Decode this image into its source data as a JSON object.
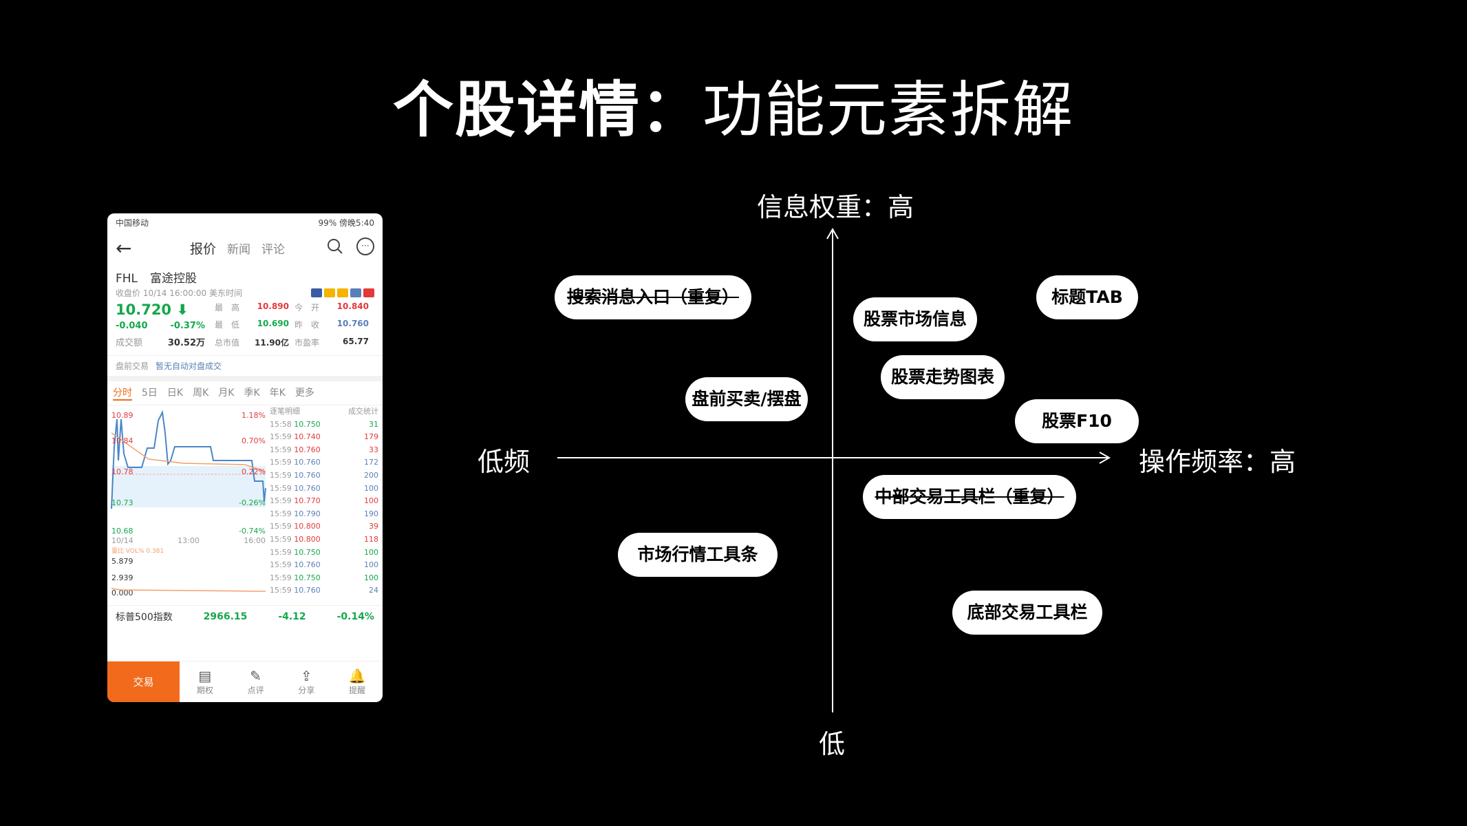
{
  "title": {
    "bold": "个股详情：",
    "light": "功能元素拆解"
  },
  "axes": {
    "top": "信息权重：高",
    "bottom": "低",
    "left": "低频",
    "right": "操作频率：高"
  },
  "items": [
    {
      "label": "搜索消息入口（重复）",
      "strike": true
    },
    {
      "label": "标题TAB"
    },
    {
      "label": "股票市场信息"
    },
    {
      "label": "股票走势图表"
    },
    {
      "label": "盘前买卖/摆盘"
    },
    {
      "label": "股票F10"
    },
    {
      "label": "中部交易工具栏（重复）",
      "strike": true
    },
    {
      "label": "市场行情工具条"
    },
    {
      "label": "底部交易工具栏"
    }
  ],
  "phone": {
    "status": {
      "carrier": "中国移动",
      "battery": "99%",
      "time": "傍晚5:40"
    },
    "nav": {
      "tab1": "报价",
      "tab2": "新闻",
      "tab3": "评论"
    },
    "stock": {
      "code": "FHL",
      "name": "富途控股",
      "close_label": "收盘价",
      "close_time": "10/14 16:00:00 美东时间",
      "price": "10.720",
      "change": "-0.040",
      "change_pct": "-0.37%",
      "volume_label": "成交额",
      "volume": "30.52万",
      "high_label": "最　高",
      "high": "10.890",
      "open_label": "今　开",
      "open": "10.840",
      "low_label": "最　低",
      "low": "10.690",
      "prev_label": "昨　收",
      "prev": "10.760",
      "mktcap_label": "总市值",
      "mktcap": "11.90亿",
      "pe_label": "市盈率",
      "pe": "65.77"
    },
    "pre": {
      "label": "盘前交易",
      "info": "暂无自动对盘成交"
    },
    "ktabs": [
      "分时",
      "5日",
      "日K",
      "周K",
      "月K",
      "季K",
      "年K",
      "更多"
    ],
    "chart": {
      "y_top": "10.89",
      "y2": "10.84",
      "y3": "10.78",
      "y4": "10.73",
      "y_bot": "10.68",
      "p_top": "1.18%",
      "p2": "0.70%",
      "p3": "0.22%",
      "p4": "-0.26%",
      "p_bot": "-0.74%",
      "x1": "10/14",
      "x2": "13:00",
      "x3": "16:00",
      "vol_label": "量比 VOL% 0.381",
      "v1": "5.879",
      "v2": "2.939",
      "v3": "0.000",
      "tab_a": "逐笔明细",
      "tab_b": "成交统计"
    },
    "ticks": [
      [
        "15:58",
        "10.750",
        "31",
        "g"
      ],
      [
        "15:59",
        "10.740",
        "179",
        "r"
      ],
      [
        "15:59",
        "10.760",
        "33",
        "r"
      ],
      [
        "15:59",
        "10.760",
        "172",
        "b"
      ],
      [
        "15:59",
        "10.760",
        "200",
        "b"
      ],
      [
        "15:59",
        "10.760",
        "100",
        "b"
      ],
      [
        "15:59",
        "10.770",
        "100",
        "r"
      ],
      [
        "15:59",
        "10.790",
        "190",
        "b"
      ],
      [
        "15:59",
        "10.800",
        "39",
        "r"
      ],
      [
        "15:59",
        "10.800",
        "118",
        "r"
      ],
      [
        "15:59",
        "10.750",
        "100",
        "g"
      ],
      [
        "15:59",
        "10.760",
        "100",
        "b"
      ],
      [
        "15:59",
        "10.750",
        "100",
        "g"
      ],
      [
        "15:59",
        "10.760",
        "24",
        "b"
      ]
    ],
    "index": {
      "name": "标普500指数",
      "value": "2966.15",
      "change": "-4.12",
      "pct": "-0.14%"
    },
    "bottom": {
      "trade": "交易",
      "b1": "期权",
      "b2": "点评",
      "b3": "分享",
      "b4": "提醒"
    }
  }
}
